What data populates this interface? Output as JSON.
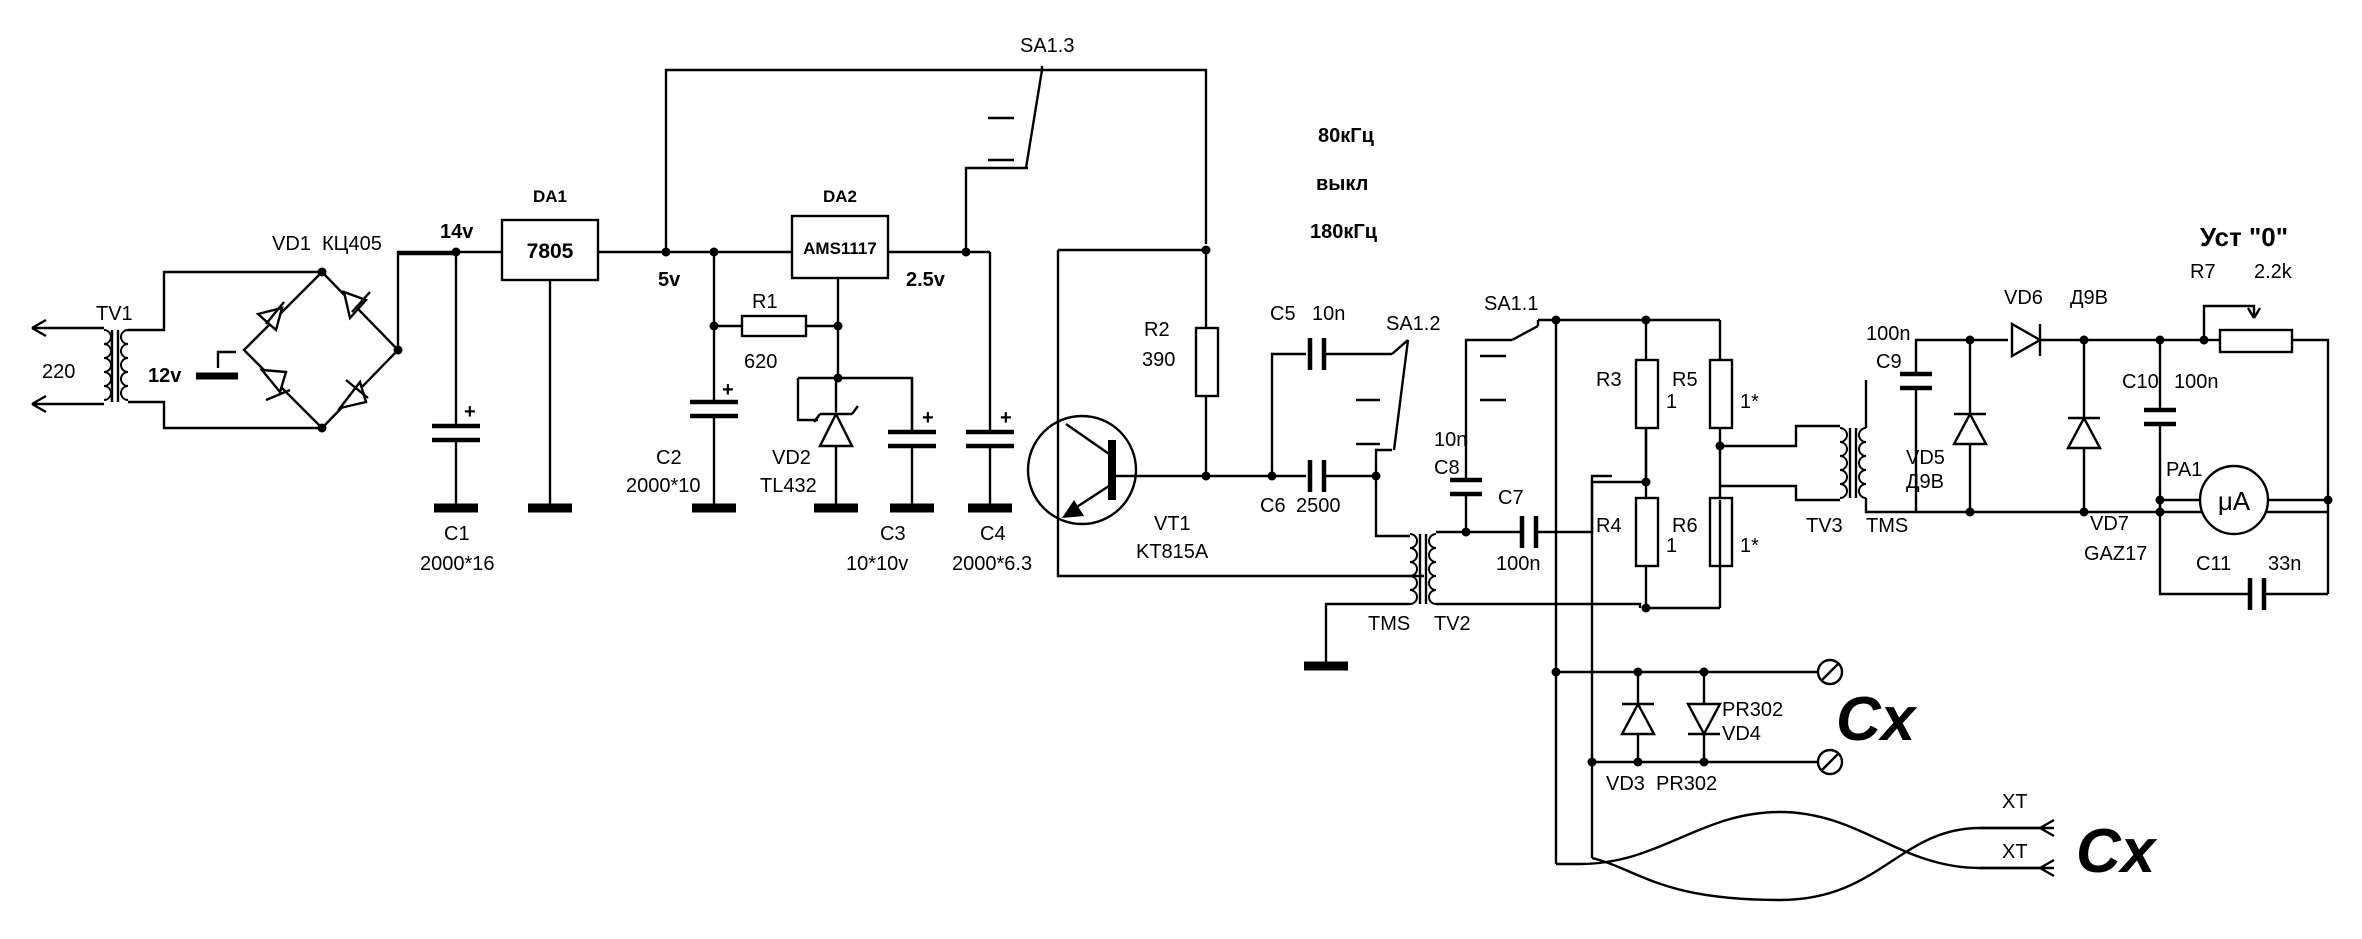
{
  "schematic": {
    "transformers": {
      "tv1": "TV1",
      "tv1_primary": "220",
      "tv1_secondary": "12v",
      "tv2": "TV2",
      "tv2_core": "TMS",
      "tv3": "TV3",
      "tv3_core": "TMS"
    },
    "bridge": {
      "ref": "VD1",
      "type": "КЦ405"
    },
    "rails": {
      "v14": "14v",
      "v5": "5v",
      "v25": "2.5v"
    },
    "regulators": {
      "da1": "DA1",
      "da1_type": "7805",
      "da2": "DA2",
      "da2_type": "AMS1117"
    },
    "capacitors": {
      "c1": "C1",
      "c1_val": "2000*16",
      "c2": "C2",
      "c2_val": "2000*10",
      "c3": "C3",
      "c3_val": "10*10v",
      "c4": "C4",
      "c4_val": "2000*6.3",
      "c5": "C5",
      "c5_val": "10n",
      "c6": "C6",
      "c6_val": "2500",
      "c7": "C7",
      "c7_val": "100n",
      "c8": "C8",
      "c8_val": "10n",
      "c9": "C9",
      "c9_val": "100n",
      "c10": "C10",
      "c10_val": "100n",
      "c11": "C11",
      "c11_val": "33n",
      "plus": "+"
    },
    "resistors": {
      "r1": "R1",
      "r1_val": "620",
      "r2": "R2",
      "r2_val": "390",
      "r3": "R3",
      "r3_val": "1",
      "r4": "R4",
      "r4_val": "1",
      "r5": "R5",
      "r5_val": "1*",
      "r6": "R6",
      "r6_val": "1*",
      "r7": "R7",
      "r7_val": "2.2k"
    },
    "semis": {
      "vd2": "VD2",
      "vd2_type": "TL432",
      "vt1": "VT1",
      "vt1_type": "KT815A",
      "vd3": "VD3",
      "vd3_type": "PR302",
      "vd4": "VD4",
      "vd4_type": "PR302",
      "vd5": "VD5",
      "vd5_type": "Д9В",
      "vd6": "VD6",
      "vd6_type": "Д9В",
      "vd7": "VD7",
      "vd7_type": "GAZ17"
    },
    "switches": {
      "sa11": "SA1.1",
      "sa12": "SA1.2",
      "sa13": "SA1.3"
    },
    "modes": {
      "m1": "80кГц",
      "m2": "выкл",
      "m3": "180кГц"
    },
    "meter": {
      "ref": "PA1",
      "symbol": "μA"
    },
    "zero": {
      "title": "Уст \"0\""
    },
    "outputs": {
      "cx1": "Cx",
      "cx2": "Cx",
      "xt1": "XT",
      "xt2": "XT"
    }
  }
}
